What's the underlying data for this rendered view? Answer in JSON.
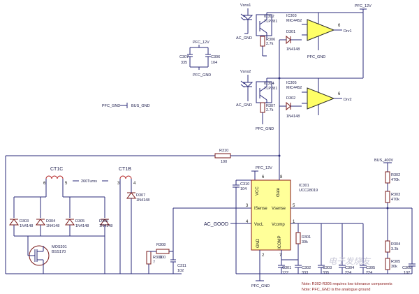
{
  "nets": {
    "vpfc": "PFC_12V",
    "gnd": "PFC_GND",
    "ac_gnd": "AC_GND",
    "ac_good": "AC_GOOD",
    "bus_gnd": "BUS_GND",
    "bus400": "BUS_400V",
    "vsns1": "Vsns1",
    "vsns2": "Vsns2",
    "drv1": "Drv1",
    "drv2": "Drv2"
  },
  "ic302": {
    "ref": "IC302",
    "part": "TLP281"
  },
  "ic303": {
    "ref": "IC303",
    "part": "MIC4452"
  },
  "ic304": {
    "ref": "IC304",
    "part": "TLP281"
  },
  "ic305": {
    "ref": "IC305",
    "part": "MIC4452"
  },
  "ic301": {
    "ref": "IC301",
    "part": "UCC28019",
    "pins": {
      "vcc": "VCC",
      "gate": "Gate",
      "isense": "ISense",
      "vsense": "Vsense",
      "vocl": "VocL",
      "vcomp": "Vcomp",
      "gnd": "GND",
      "icomp": "ICOMP"
    },
    "pin_numbers": {
      "p1": "1",
      "p2": "2",
      "p3": "3",
      "p4": "4",
      "p5": "5",
      "p6": "6",
      "p7": "7",
      "p8": "8"
    }
  },
  "components": {
    "r306": {
      "ref": "R306",
      "value": "2.7k"
    },
    "r307": {
      "ref": "R307",
      "value": "2.7k"
    },
    "d301": {
      "ref": "D301",
      "value": "1N4148"
    },
    "d302": {
      "ref": "D302",
      "value": "1N4148"
    },
    "c307": {
      "ref": "C307",
      "value": "335"
    },
    "c306": {
      "ref": "C306",
      "value": "104"
    },
    "r310": {
      "ref": "R310",
      "value": "100"
    },
    "c310": {
      "ref": "C310",
      "value": "104"
    },
    "ct1c": {
      "ref": "CT1C"
    },
    "ct1b": {
      "ref": "CT1B"
    },
    "turns": "260Turns",
    "d307": {
      "ref": "D307",
      "value": "1N4148"
    },
    "d303": {
      "ref": "D303",
      "value": "1N4148"
    },
    "d304": {
      "ref": "D304",
      "value": "1N4148"
    },
    "d305": {
      "ref": "D305",
      "value": "1N4148"
    },
    "d306": {
      "ref": "D306",
      "value": "1N4148"
    },
    "q301": {
      "ref": "MOS301",
      "value": "BSS170"
    },
    "r308": {
      "ref": "R308",
      "value": "100"
    },
    "r309": {
      "ref": "R309",
      "value": "7"
    },
    "c311": {
      "ref": "C311",
      "value": "102"
    },
    "r301": {
      "ref": "R301",
      "value": "30k"
    },
    "c301": {
      "ref": "C301",
      "value": "122"
    },
    "c302": {
      "ref": "C302",
      "value": "333"
    },
    "c303": {
      "ref": "C303",
      "value": "335"
    },
    "c304": {
      "ref": "C304",
      "value": "224"
    },
    "c305": {
      "ref": "C305",
      "value": "224"
    },
    "r302": {
      "ref": "R302",
      "value": "470k"
    },
    "r303": {
      "ref": "R303",
      "value": "470k"
    },
    "r304": {
      "ref": "R304",
      "value": "3.3k"
    },
    "r305": {
      "ref": "R305",
      "value": "30k"
    },
    "c308": {
      "ref": "C308",
      "value": "102"
    }
  },
  "notes": [
    "Note: R302-R305 requires low tolerance components",
    "Note: PFC_GND is the analogue ground"
  ],
  "watermark": "电子发烧友"
}
